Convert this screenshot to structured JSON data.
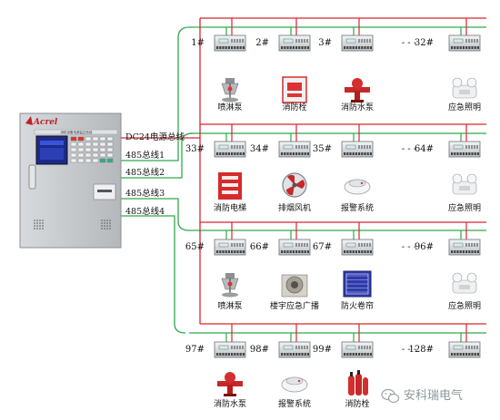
{
  "colors": {
    "red_bus": "#d8262e",
    "green_bus": "#2eaa4a",
    "cabinet": "#c9cdd0",
    "brand": "#c0202a"
  },
  "cabinet": {
    "brand": "Acrel",
    "panel_title": "消防设备电源监控系统"
  },
  "bus_labels": [
    "DC24电源总线",
    "485总线1",
    "485总线2",
    "485总线3",
    "485总线4"
  ],
  "rows": [
    {
      "modules": [
        "1#",
        "2#",
        "3#",
        "32#"
      ],
      "devices": [
        {
          "label": "喷淋泵",
          "icon": "sprinkler-icon"
        },
        {
          "label": "消防栓",
          "icon": "hydrant-box-icon"
        },
        {
          "label": "消防水泵",
          "icon": "water-pump-icon"
        },
        {
          "label": "应急照明",
          "icon": "emergency-light-icon"
        }
      ]
    },
    {
      "modules": [
        "33#",
        "34#",
        "35#",
        "64#"
      ],
      "devices": [
        {
          "label": "消防电梯",
          "icon": "fire-elevator-sign-icon"
        },
        {
          "label": "排烟风机",
          "icon": "exhaust-fan-icon"
        },
        {
          "label": "报警系统",
          "icon": "smoke-detector-icon"
        },
        {
          "label": "应急照明",
          "icon": "emergency-light-icon"
        }
      ]
    },
    {
      "modules": [
        "65#",
        "66#",
        "67#",
        "96#"
      ],
      "devices": [
        {
          "label": "喷淋泵",
          "icon": "sprinkler-icon"
        },
        {
          "label": "楼宇应急广播",
          "icon": "broadcast-speaker-icon"
        },
        {
          "label": "防火卷帘",
          "icon": "fire-shutter-icon"
        },
        {
          "label": "应急照明",
          "icon": "emergency-light-icon"
        }
      ]
    },
    {
      "modules": [
        "97#",
        "98#",
        "99#",
        "128#"
      ],
      "devices": [
        {
          "label": "消防水泵",
          "icon": "water-pump-icon"
        },
        {
          "label": "报警系统",
          "icon": "smoke-detector-icon"
        },
        {
          "label": "消防栓",
          "icon": "extinguisher-icon"
        },
        {
          "label": "",
          "icon": ""
        }
      ]
    }
  ],
  "ellipsis": "- - -",
  "watermark": "安科瑞电气"
}
